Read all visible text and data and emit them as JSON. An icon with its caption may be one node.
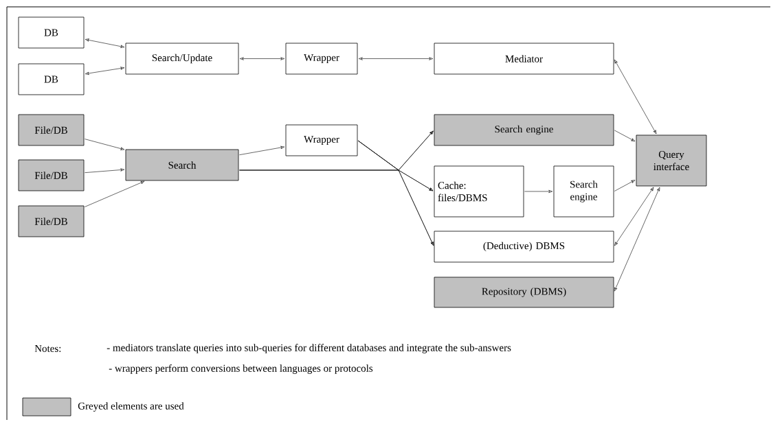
{
  "diagram": {
    "nodes": [
      {
        "text": [
          "DB"
        ]
      },
      {
        "text": [
          "DB"
        ]
      },
      {
        "text": [
          "Search/Update"
        ]
      },
      {
        "text": [
          "Wrapper"
        ]
      },
      {
        "text": [
          "Mediator"
        ]
      },
      {
        "text": [
          "File/DB"
        ]
      },
      {
        "text": [
          "File/DB"
        ]
      },
      {
        "text": [
          "File/DB"
        ]
      },
      {
        "text": [
          "Search"
        ]
      },
      {
        "text": [
          "Wrapper"
        ]
      },
      {
        "text": [
          "Search engine"
        ]
      },
      {
        "text": [
          "Cache: files/DBMS"
        ]
      },
      {
        "text": [
          "Search engine"
        ]
      },
      {
        "text": [
          "(Deductive) DBMS"
        ]
      },
      {
        "text": [
          "Repository (DBMS)"
        ]
      },
      {
        "text": [
          "Query interface"
        ]
      }
    ],
    "edges": [
      {
        "from": 0,
        "to": 2,
        "arrow": "both"
      },
      {
        "from": 1,
        "to": 2,
        "arrow": "both"
      },
      {
        "from": 2,
        "to": 3,
        "arrow": "both"
      },
      {
        "from": 3,
        "to": 4,
        "arrow": "both"
      },
      {
        "from": 5,
        "to": 8,
        "arrow": "to"
      },
      {
        "from": 6,
        "to": 8,
        "arrow": "to"
      },
      {
        "from": 7,
        "to": 8,
        "arrow": "to"
      },
      {
        "from": 8,
        "to": 9,
        "arrow": "to"
      },
      {
        "from": 8,
        "to": 10,
        "arrow": "to"
      },
      {
        "from": 8,
        "to": 11,
        "arrow": "to"
      },
      {
        "from": 8,
        "to": 13,
        "arrow": "to"
      },
      {
        "from": 9,
        "to": 10,
        "arrow": "to"
      },
      {
        "from": 9,
        "to": 11,
        "arrow": "to"
      },
      {
        "from": 9,
        "to": 13,
        "arrow": "to"
      },
      {
        "from": 11,
        "to": 12,
        "arrow": "to"
      },
      {
        "from": 4,
        "to": 15,
        "arrow": "both"
      },
      {
        "from": 10,
        "to": 15,
        "arrow": "to"
      },
      {
        "from": 12,
        "to": 15,
        "arrow": "to"
      },
      {
        "from": 13,
        "to": 15,
        "arrow": "both"
      },
      {
        "from": 14,
        "to": 15,
        "arrow": "both"
      }
    ],
    "labels": [
      "Notes:",
      "- mediators translate queries into sub-queries for different databases and integrate the sub-answers",
      "- wrappers perform conversions between languages or protocols"
    ],
    "legend": [
      {
        "text": "Greyed elements are used",
        "color": "#c0c0c0"
      }
    ]
  }
}
